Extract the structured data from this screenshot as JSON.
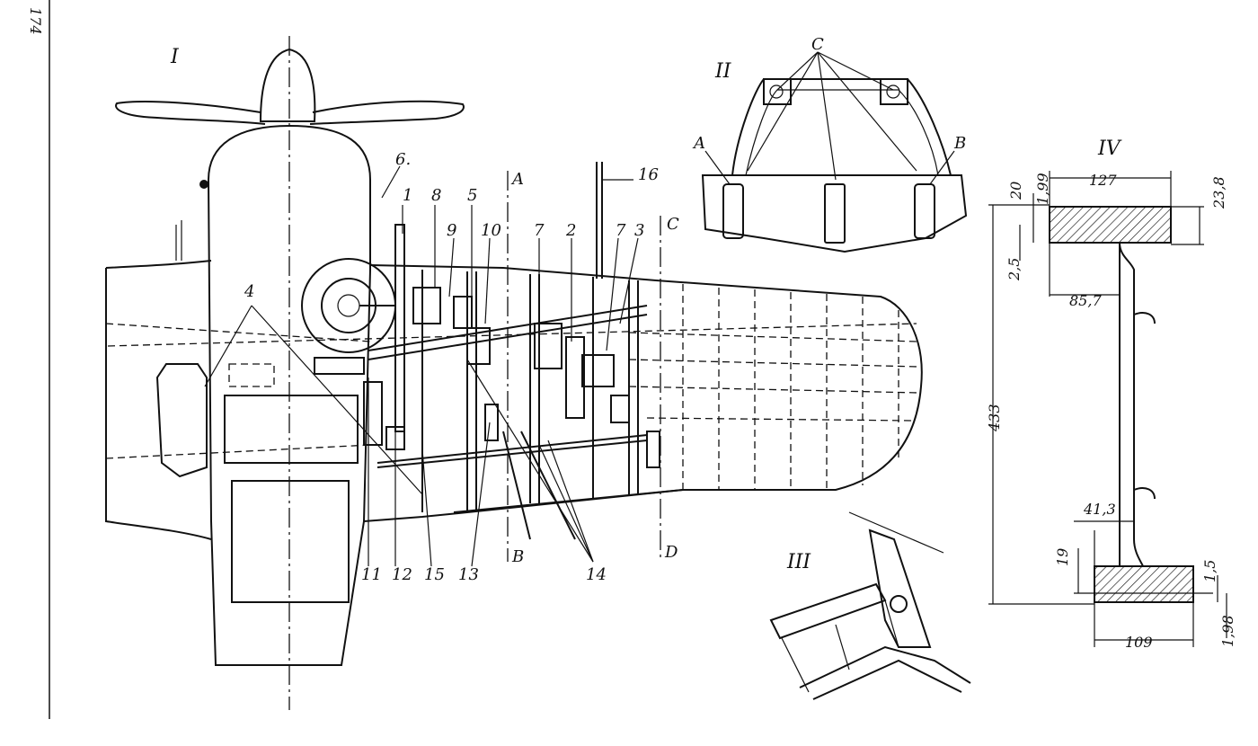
{
  "page_number": "174",
  "views": {
    "view_1": "I",
    "view_2": "II",
    "view_3": "III",
    "view_4": "IV"
  },
  "callouts": {
    "n1": "1",
    "n2": "2",
    "n3": "3",
    "n4_left": "4",
    "n5": "5",
    "n6": "6.",
    "n7a": "7",
    "n7b": "7",
    "n8": "8",
    "n9": "9",
    "n10": "10",
    "n11": "11",
    "n12": "12",
    "n13": "13",
    "n14": "14",
    "n15": "15",
    "n16": "16"
  },
  "section_marks": {
    "a": "A",
    "b": "B",
    "c": "C",
    "d": "D"
  },
  "view2_labels": {
    "a": "A",
    "b": "B",
    "c": "C"
  },
  "dimensions": {
    "d127": "127",
    "d199": "1,99",
    "d20": "20",
    "d238": "23,8",
    "d25": "2,5",
    "d857": "85,7",
    "d433": "433",
    "d413": "41,3",
    "d19": "19",
    "d15": "1,5",
    "d109": "109",
    "d198": "1,98"
  }
}
